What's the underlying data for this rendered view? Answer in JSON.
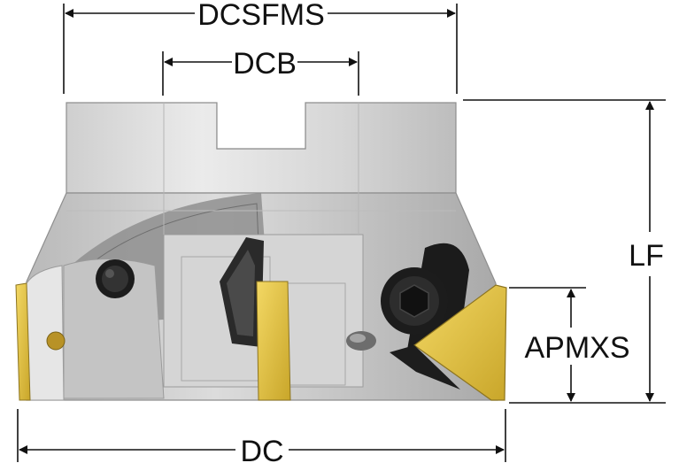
{
  "dimensions": {
    "dcsfms": "DCSFMS",
    "dcb": "DCB",
    "lf": "LF",
    "apmxs": "APMXS",
    "dc": "DC"
  },
  "colors": {
    "body_light": "#e2e2e2",
    "body_mid": "#c9c9c9",
    "body_dark": "#9a9a9a",
    "insert_gold": "#e7c640",
    "screw_black": "#1a1a1a",
    "line": "#111111"
  }
}
